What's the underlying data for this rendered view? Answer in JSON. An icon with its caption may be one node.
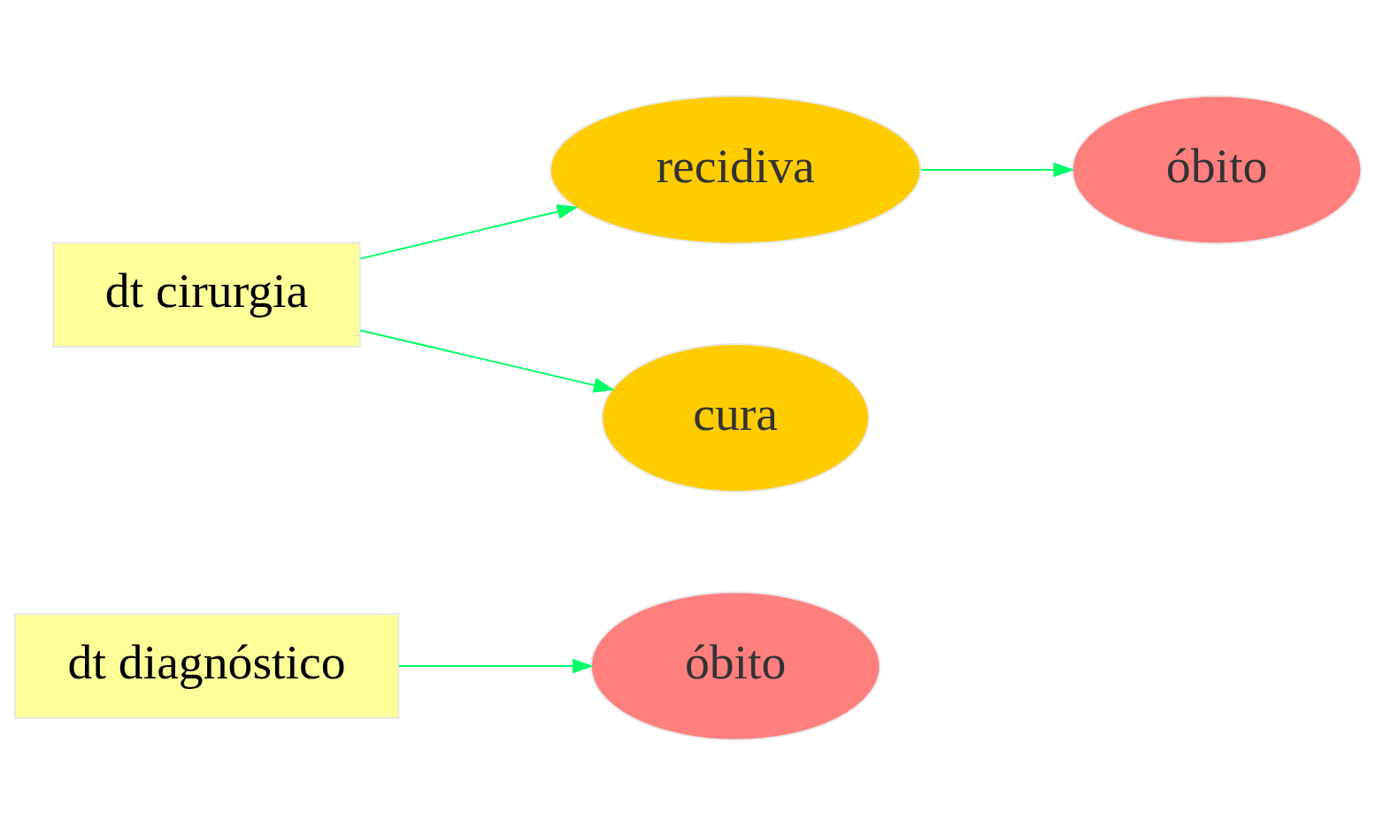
{
  "diagram": {
    "nodes": [
      {
        "text": [
          "dt diagnóstico"
        ]
      },
      {
        "text": [
          "óbito"
        ]
      },
      {
        "text": [
          "dt cirurgia"
        ]
      },
      {
        "text": [
          "recidiva"
        ]
      },
      {
        "text": [
          "óbito"
        ]
      },
      {
        "text": [
          "cura"
        ]
      }
    ],
    "edges": [
      {
        "from": 0,
        "to": 1,
        "arrow": "to"
      },
      {
        "from": 2,
        "to": 3,
        "arrow": "to"
      },
      {
        "from": 3,
        "to": 4,
        "arrow": "to"
      },
      {
        "from": 2,
        "to": 5,
        "arrow": "to"
      }
    ]
  }
}
